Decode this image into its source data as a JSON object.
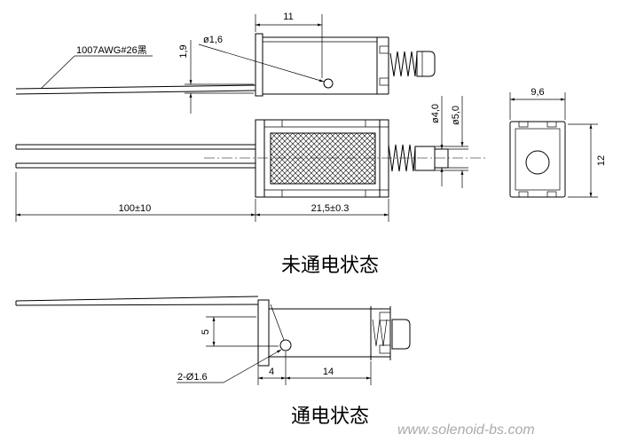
{
  "unenergized": {
    "side_view": {
      "dim_length": "11",
      "dim_wire_offset": "1,9",
      "hole_diameter": "ø1,6",
      "wire_label": "1007AWG#26黑"
    },
    "top_view": {
      "dim_plunger_tip": "ø4,0",
      "dim_plunger_body": "ø5,0",
      "dim_wire_length": "100±10",
      "dim_body_length": "21,5±0.3"
    },
    "end_view": {
      "dim_width": "9,6",
      "dim_height": "12"
    },
    "caption": "未通电状态"
  },
  "energized": {
    "dim_hole_height": "5",
    "hole_label": "2-Ø1.6",
    "dim_hole_offset": "4",
    "dim_hole_spacing": "14",
    "caption": "通电状态"
  },
  "watermark": "www.solenoid-bs.com",
  "colors": {
    "line": "#000000",
    "background": "#ffffff",
    "watermark": "#aaaaaa"
  }
}
